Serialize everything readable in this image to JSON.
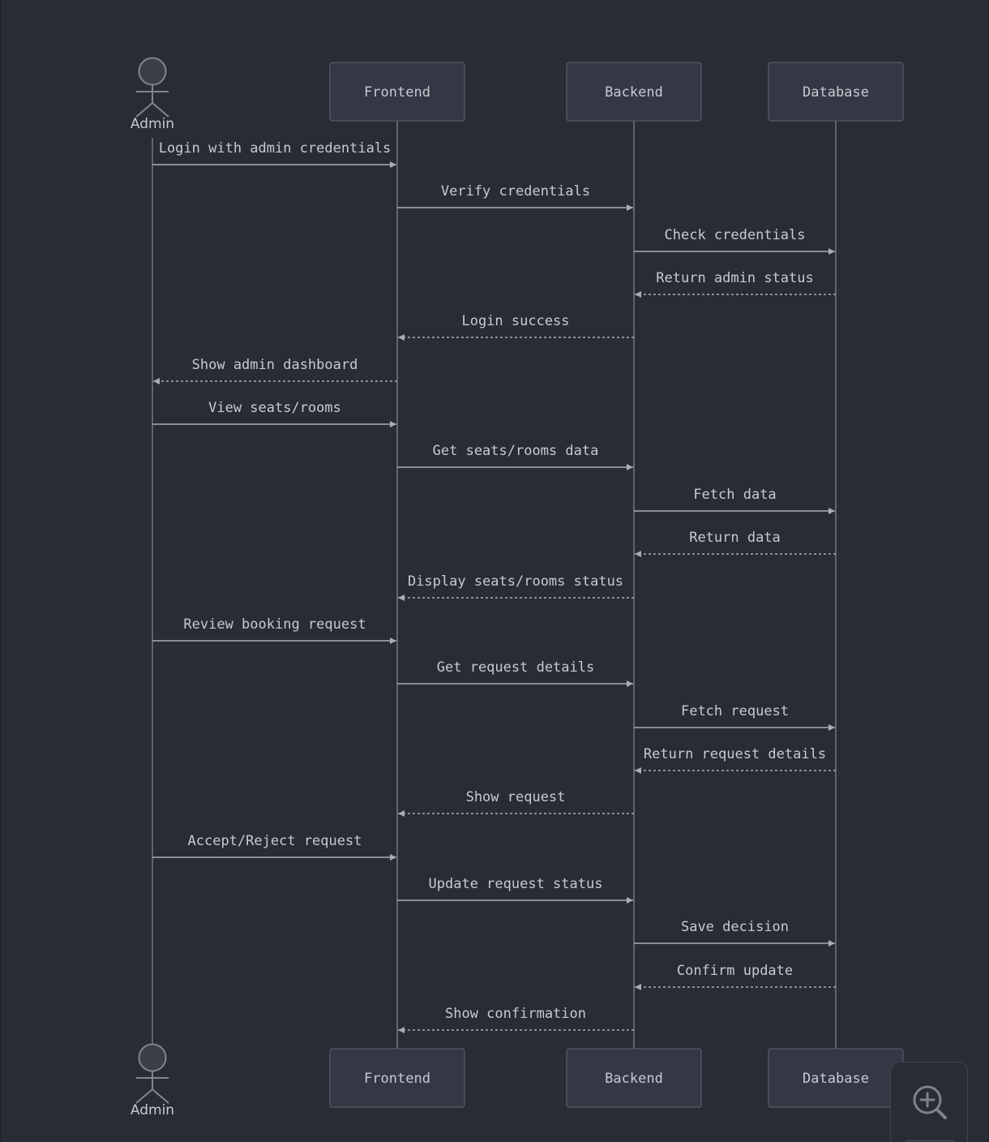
{
  "participants": [
    {
      "id": "admin",
      "label": "Admin",
      "kind": "actor"
    },
    {
      "id": "frontend",
      "label": "Frontend",
      "kind": "box"
    },
    {
      "id": "backend",
      "label": "Backend",
      "kind": "box"
    },
    {
      "id": "database",
      "label": "Database",
      "kind": "box"
    }
  ],
  "messages": [
    {
      "from": "admin",
      "to": "frontend",
      "label": "Login with admin credentials",
      "style": "solid"
    },
    {
      "from": "frontend",
      "to": "backend",
      "label": "Verify credentials",
      "style": "solid"
    },
    {
      "from": "backend",
      "to": "database",
      "label": "Check credentials",
      "style": "solid"
    },
    {
      "from": "database",
      "to": "backend",
      "label": "Return admin status",
      "style": "dashed"
    },
    {
      "from": "backend",
      "to": "frontend",
      "label": "Login success",
      "style": "dashed"
    },
    {
      "from": "frontend",
      "to": "admin",
      "label": "Show admin dashboard",
      "style": "dashed"
    },
    {
      "from": "admin",
      "to": "frontend",
      "label": "View seats/rooms",
      "style": "solid"
    },
    {
      "from": "frontend",
      "to": "backend",
      "label": "Get seats/rooms data",
      "style": "solid"
    },
    {
      "from": "backend",
      "to": "database",
      "label": "Fetch data",
      "style": "solid"
    },
    {
      "from": "database",
      "to": "backend",
      "label": "Return data",
      "style": "dashed"
    },
    {
      "from": "backend",
      "to": "frontend",
      "label": "Display seats/rooms status",
      "style": "dashed"
    },
    {
      "from": "admin",
      "to": "frontend",
      "label": "Review booking request",
      "style": "solid"
    },
    {
      "from": "frontend",
      "to": "backend",
      "label": "Get request details",
      "style": "solid"
    },
    {
      "from": "backend",
      "to": "database",
      "label": "Fetch request",
      "style": "solid"
    },
    {
      "from": "database",
      "to": "backend",
      "label": "Return request details",
      "style": "dashed"
    },
    {
      "from": "backend",
      "to": "frontend",
      "label": "Show request",
      "style": "dashed"
    },
    {
      "from": "admin",
      "to": "frontend",
      "label": "Accept/Reject request",
      "style": "solid"
    },
    {
      "from": "frontend",
      "to": "backend",
      "label": "Update request status",
      "style": "solid"
    },
    {
      "from": "backend",
      "to": "database",
      "label": "Save decision",
      "style": "solid"
    },
    {
      "from": "database",
      "to": "backend",
      "label": "Confirm update",
      "style": "dashed"
    },
    {
      "from": "backend",
      "to": "frontend",
      "label": "Show confirmation",
      "style": "dashed"
    }
  ],
  "controls": {
    "zoom_icon": "zoom-in-icon"
  }
}
